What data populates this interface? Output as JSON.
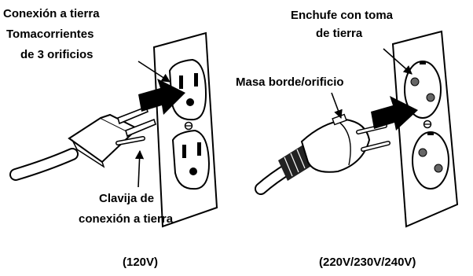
{
  "left_panel": {
    "label_ground": "Conexión a tierra",
    "label_outlet_line1": "Tomacorrientes",
    "label_outlet_line2": "de 3 orificios",
    "label_pin_line1": "Clavija de",
    "label_pin_line2": "conexión a tierra",
    "caption": "(120V)"
  },
  "right_panel": {
    "label_socket_line1": "Enchufe con toma",
    "label_socket_line2": "de tierra",
    "label_edge": "Masa borde/orificio",
    "caption": "(220V/230V/240V)"
  }
}
